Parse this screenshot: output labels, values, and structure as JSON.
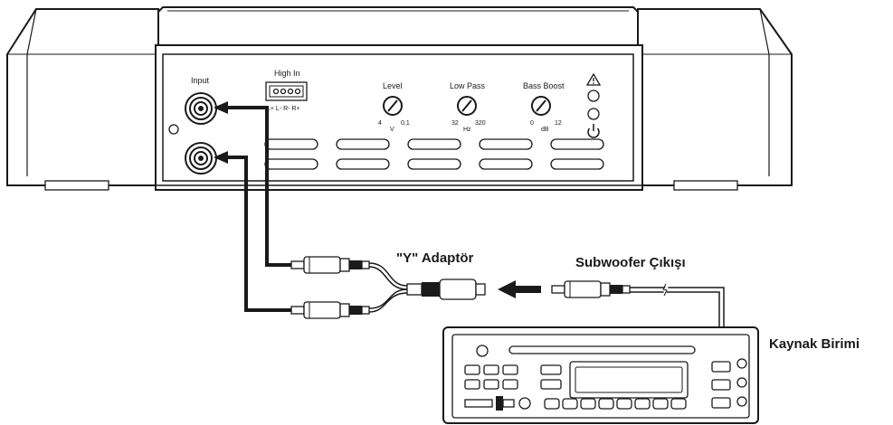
{
  "amplifier": {
    "input_label": "Input",
    "high_in_label": "High In",
    "high_in_pins": "L+ L- R- R+",
    "level": {
      "label": "Level",
      "min": "4",
      "max": "0,1",
      "unit": "V"
    },
    "low_pass": {
      "label": "Low Pass",
      "min": "32",
      "max": "320",
      "unit": "Hz"
    },
    "bass_boost": {
      "label": "Bass Boost",
      "min": "0",
      "max": "12",
      "unit": "dB"
    }
  },
  "labels": {
    "y_adapter": "\"Y\" Adaptör",
    "subwoofer_output": "Subwoofer Çıkışı",
    "source_unit": "Kaynak Birimi"
  },
  "colors": {
    "line": "#1a1a1a",
    "background": "#ffffff"
  }
}
